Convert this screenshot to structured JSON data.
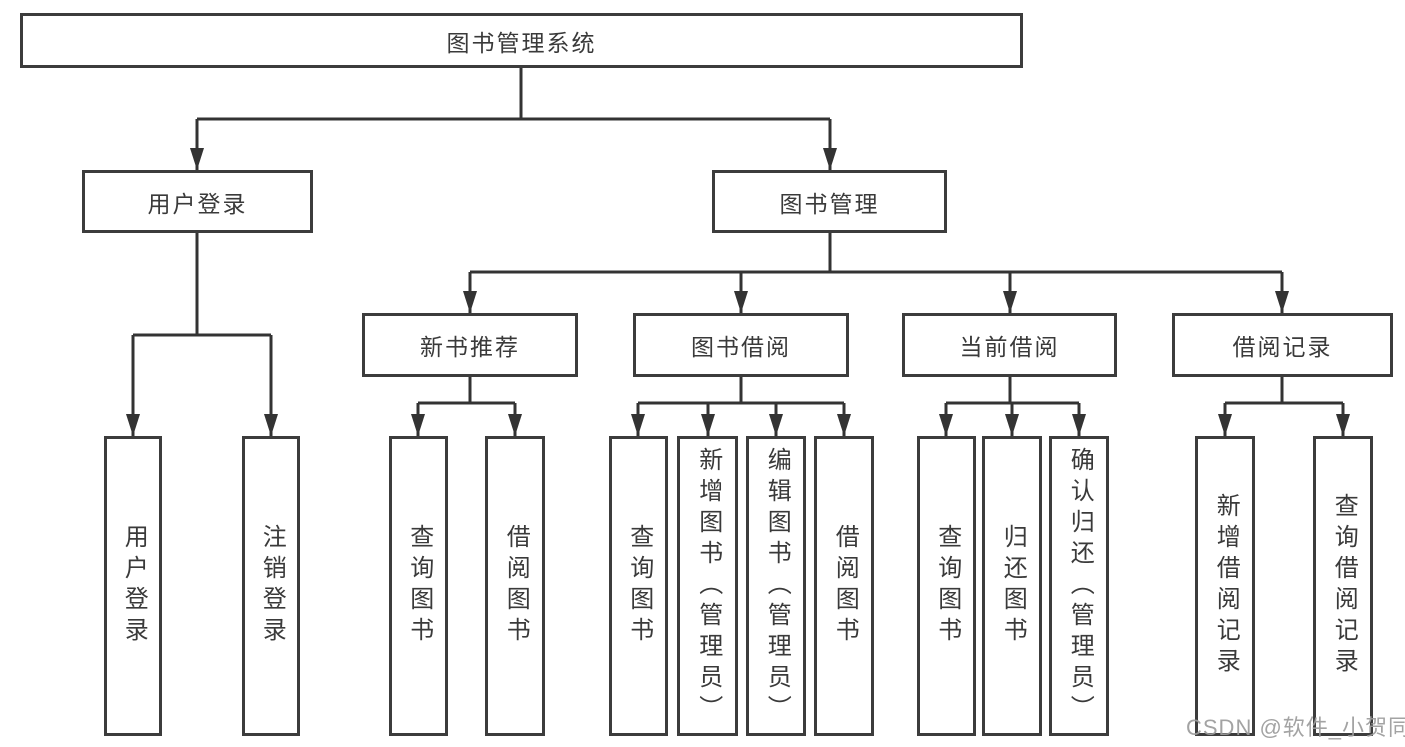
{
  "diagram": {
    "type": "hierarchy-tree",
    "orientation": "top-down"
  },
  "tree": {
    "label": "图书管理系统",
    "children": [
      {
        "label": "用户登录",
        "children": [
          {
            "label": "用户登录"
          },
          {
            "label": "注销登录"
          }
        ]
      },
      {
        "label": "图书管理",
        "children": [
          {
            "label": "新书推荐",
            "children": [
              {
                "label": "查询图书"
              },
              {
                "label": "借阅图书"
              }
            ]
          },
          {
            "label": "图书借阅",
            "children": [
              {
                "label": "查询图书"
              },
              {
                "label": "新增图书（管理员）"
              },
              {
                "label": "编辑图书（管理员）"
              },
              {
                "label": "借阅图书"
              }
            ]
          },
          {
            "label": "当前借阅",
            "children": [
              {
                "label": "查询图书"
              },
              {
                "label": "归还图书"
              },
              {
                "label": "确认归还（管理员）"
              }
            ]
          },
          {
            "label": "借阅记录",
            "children": [
              {
                "label": "新增借阅记录"
              },
              {
                "label": "查询借阅记录"
              }
            ]
          }
        ]
      }
    ]
  },
  "watermark": {
    "text": "CSDN @软件_小贺同学"
  },
  "colors": {
    "background": "#ffffff",
    "box_border": "#3c3c3c",
    "connector_line": "#333333",
    "text": "#3a3a3a",
    "watermark_text": "#9c9c9c"
  }
}
